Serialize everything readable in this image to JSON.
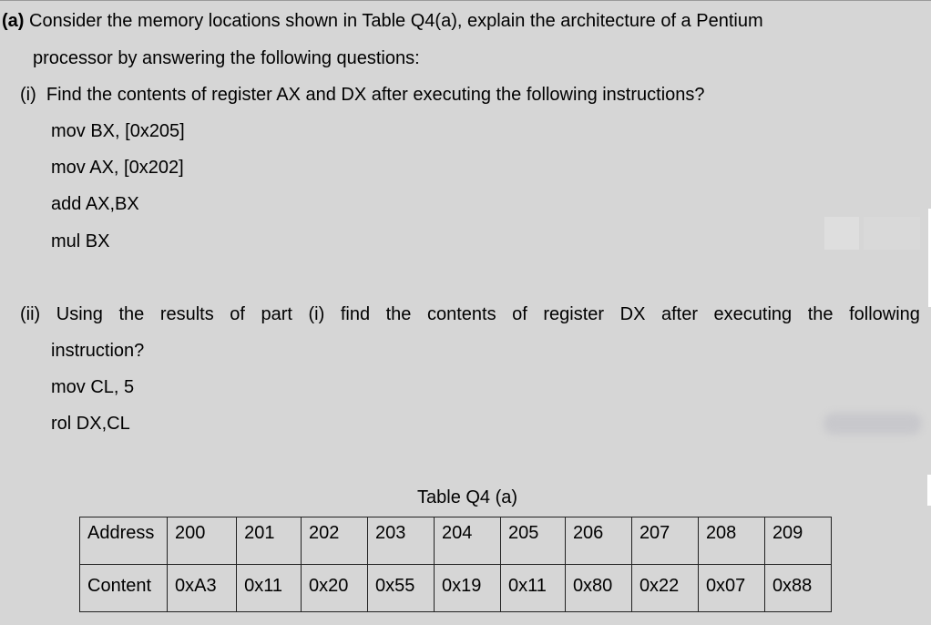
{
  "question": {
    "label": "(a)",
    "intro_line1": " Consider the memory locations shown in Table Q4(a), explain the architecture of a Pentium",
    "intro_line2": "processor by answering the following questions:",
    "part_i": {
      "label": "(i)",
      "text": "Find the contents of register AX and DX after executing the following instructions?",
      "instructions": [
        "mov BX, [0x205]",
        "mov AX, [0x202]",
        "add AX,BX",
        "mul BX"
      ]
    },
    "part_ii": {
      "line1_words": [
        "(ii)",
        "Using",
        "the",
        "results",
        "of",
        "part",
        "(i)",
        "find",
        "the",
        "contents",
        "of",
        "register",
        "DX",
        "after",
        "executing",
        "the",
        "following"
      ],
      "line2": "instruction?",
      "instructions": [
        "mov CL, 5",
        "rol DX,CL"
      ]
    }
  },
  "table": {
    "caption": "Table Q4 (a)",
    "address_header": "Address",
    "content_header": "Content",
    "addresses": [
      "200",
      "201",
      "202",
      "203",
      "204",
      "205",
      "206",
      "207",
      "208",
      "209"
    ],
    "contents": [
      "0xA3",
      "0x11",
      "0x20",
      "0x55",
      "0x19",
      "0x11",
      "0x80",
      "0x22",
      "0x07",
      "0x88"
    ]
  }
}
